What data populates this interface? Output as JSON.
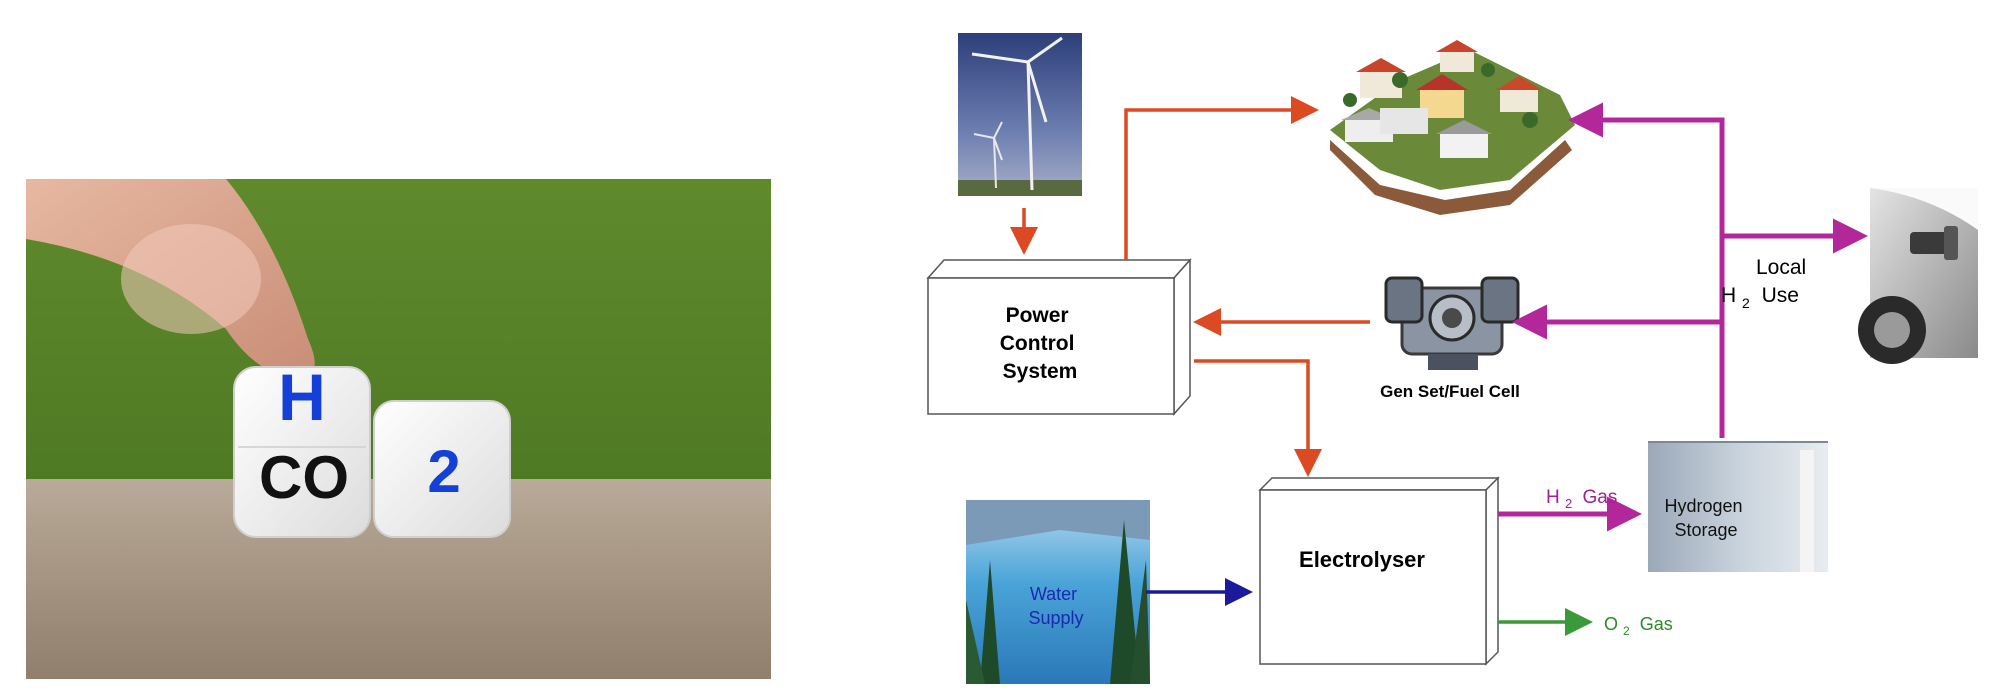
{
  "photo": {
    "die_h_top": "H",
    "die_co_bottom": "CO",
    "die_2": "2"
  },
  "diagram": {
    "power_control": [
      "Power",
      "Control",
      "System"
    ],
    "electrolyser": "Electrolyser",
    "gen_set": "Gen Set/Fuel Cell",
    "local_use": [
      "Local",
      "H",
      "2",
      "Use"
    ],
    "h2_gas": [
      "H",
      "2",
      "Gas"
    ],
    "o2_gas": [
      "O",
      "2",
      "Gas"
    ],
    "water_supply": [
      "Water",
      "Supply"
    ],
    "hydrogen_storage": [
      "Hydrogen",
      "Storage"
    ]
  },
  "colors": {
    "red_arrow": "#dc4a22",
    "magenta_arrow": "#b2289a",
    "blue_arrow": "#1a1a9a",
    "green_arrow": "#3a9a3a",
    "h2_label": "#a0209a",
    "o2_label": "#2a8a2a",
    "water_label": "#1a2ab0",
    "die_blue": "#1540d8",
    "die_black": "#111111"
  }
}
